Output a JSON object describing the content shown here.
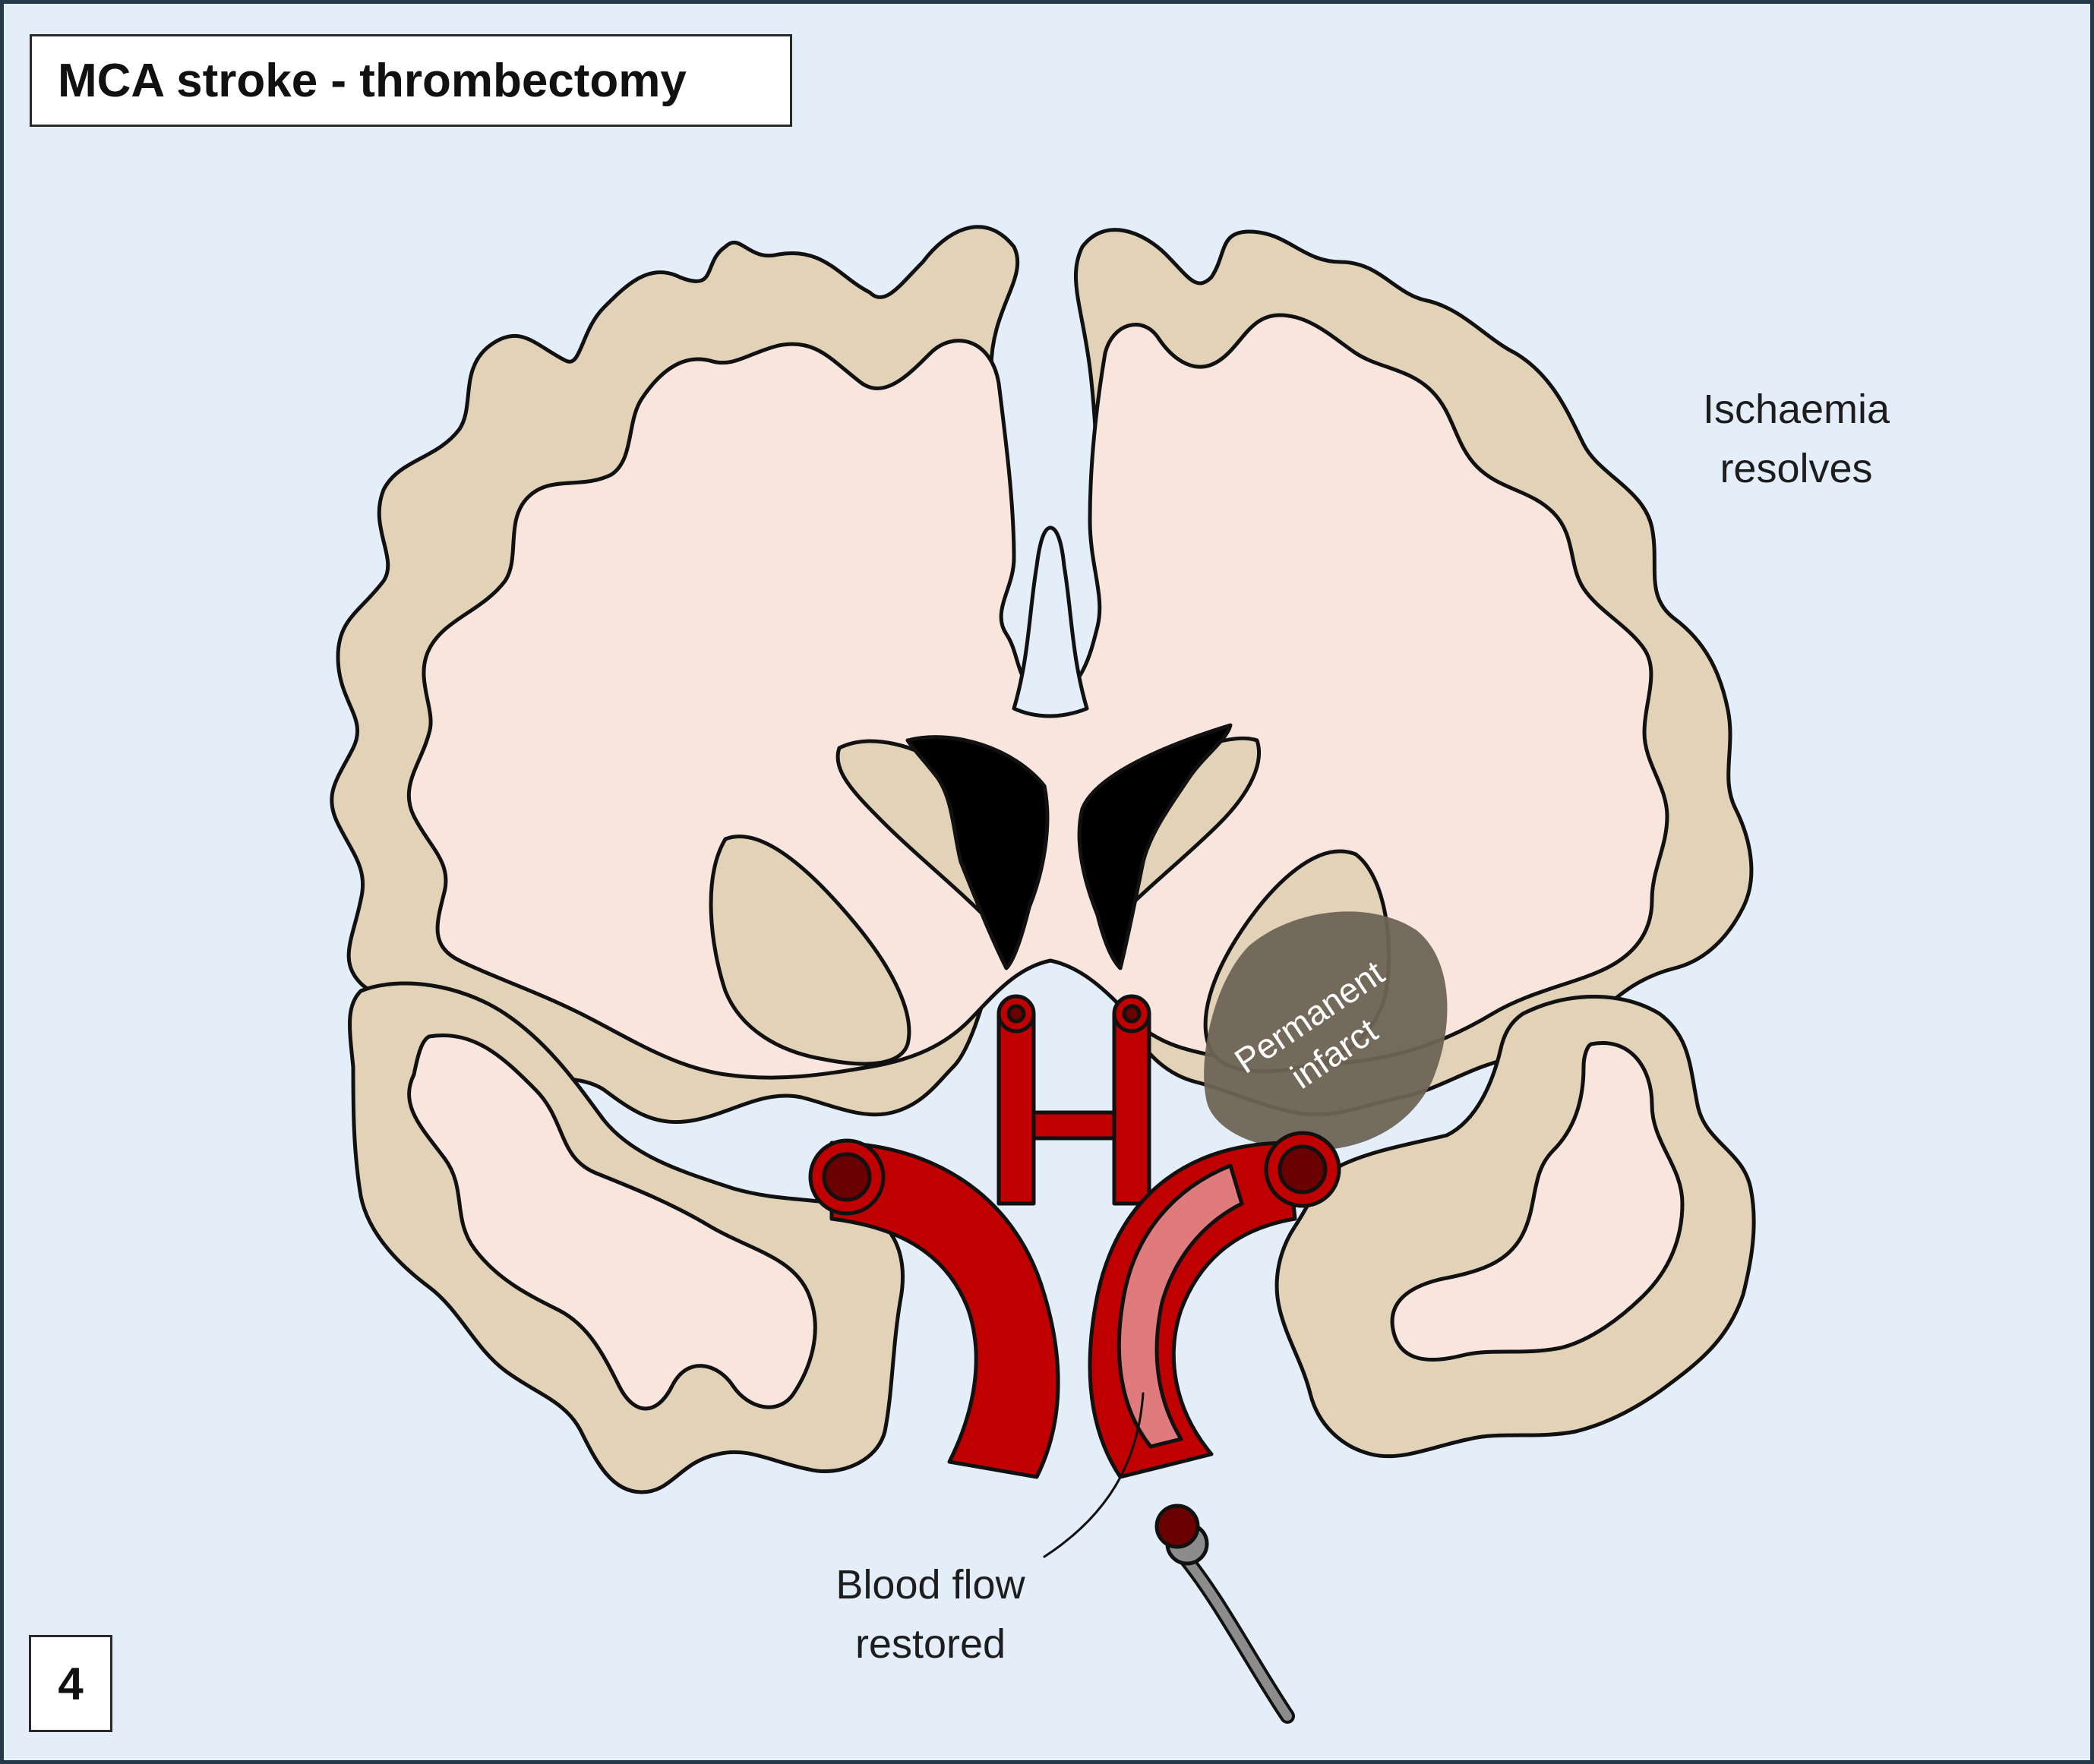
{
  "title": "MCA stroke - thrombectomy",
  "panel_number": "4",
  "labels": {
    "ischaemia_line1": "Ischaemia",
    "ischaemia_line2": "resolves",
    "flow_line1": "Blood flow",
    "flow_line2": "restored",
    "infarct_line1": "Permanent",
    "infarct_line2": "infarct"
  },
  "colors": {
    "background": "#e3eef9",
    "grey_matter": "#e2d2b7",
    "white_matter": "#f8e5de",
    "ventricle": "#000000",
    "artery": "#c00000",
    "artery_dark": "#6b0000",
    "reperfused_vessel": "#e07b7d",
    "infarct": "#6e6455",
    "catheter": "#8c8c8c"
  }
}
